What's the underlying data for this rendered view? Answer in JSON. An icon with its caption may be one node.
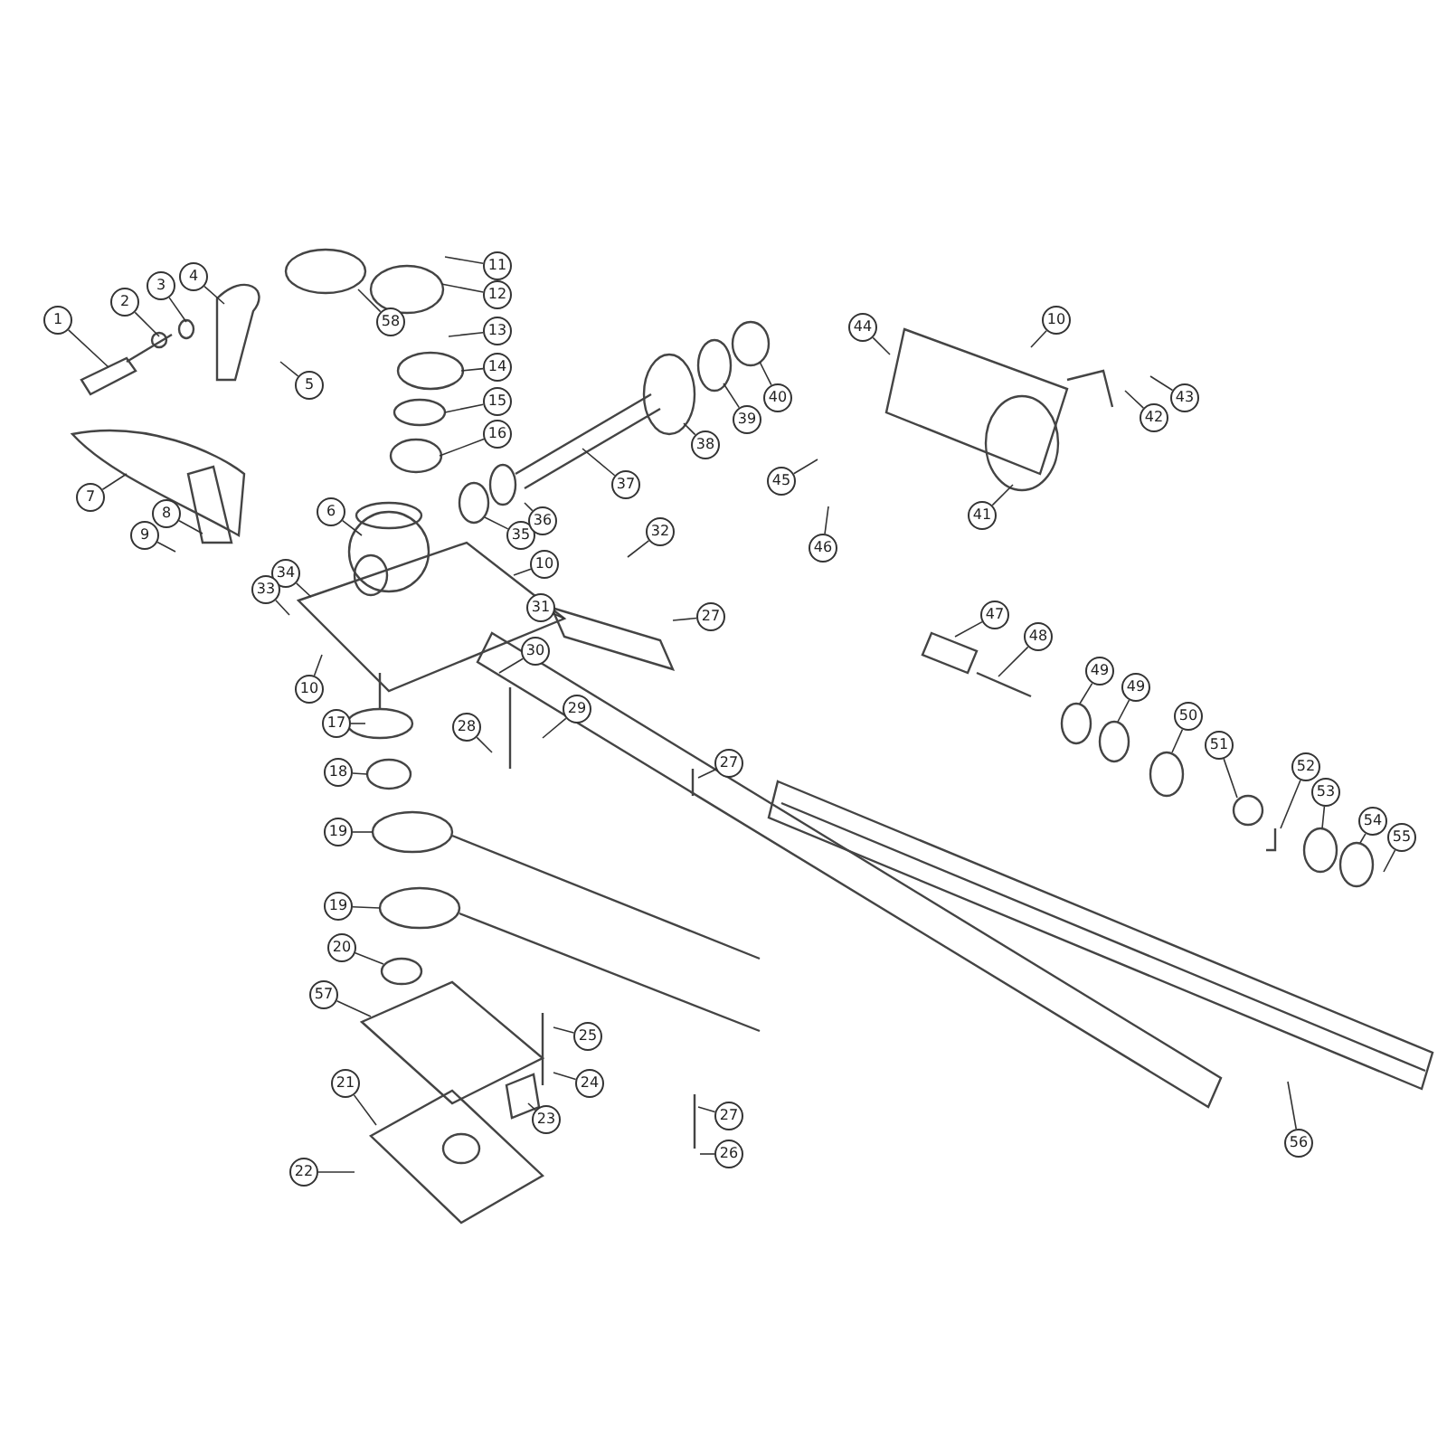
{
  "diagram": {
    "nodes": [
      {
        "text": [
          "1"
        ]
      },
      {
        "text": [
          "2"
        ]
      },
      {
        "text": [
          "3"
        ]
      },
      {
        "text": [
          "4"
        ]
      },
      {
        "text": [
          "5"
        ]
      },
      {
        "text": [
          "58"
        ]
      },
      {
        "text": [
          "11"
        ]
      },
      {
        "text": [
          "12"
        ]
      },
      {
        "text": [
          "13"
        ]
      },
      {
        "text": [
          "14"
        ]
      },
      {
        "text": [
          "15"
        ]
      },
      {
        "text": [
          "16"
        ]
      },
      {
        "text": [
          "7"
        ]
      },
      {
        "text": [
          "6"
        ]
      },
      {
        "text": [
          "8"
        ]
      },
      {
        "text": [
          "9"
        ]
      },
      {
        "text": [
          "34"
        ]
      },
      {
        "text": [
          "33"
        ]
      },
      {
        "text": [
          "10"
        ]
      },
      {
        "text": [
          "35"
        ]
      },
      {
        "text": [
          "36"
        ]
      },
      {
        "text": [
          "37"
        ]
      },
      {
        "text": [
          "38"
        ]
      },
      {
        "text": [
          "39"
        ]
      },
      {
        "text": [
          "40"
        ]
      },
      {
        "text": [
          "44"
        ]
      },
      {
        "text": [
          "10"
        ]
      },
      {
        "text": [
          "43"
        ]
      },
      {
        "text": [
          "42"
        ]
      },
      {
        "text": [
          "41"
        ]
      },
      {
        "text": [
          "45"
        ]
      },
      {
        "text": [
          "46"
        ]
      },
      {
        "text": [
          "32"
        ]
      },
      {
        "text": [
          "10"
        ]
      },
      {
        "text": [
          "31"
        ]
      },
      {
        "text": [
          "27"
        ]
      },
      {
        "text": [
          "30"
        ]
      },
      {
        "text": [
          "29"
        ]
      },
      {
        "text": [
          "17"
        ]
      },
      {
        "text": [
          "28"
        ]
      },
      {
        "text": [
          "27"
        ]
      },
      {
        "text": [
          "18"
        ]
      },
      {
        "text": [
          "47"
        ]
      },
      {
        "text": [
          "48"
        ]
      },
      {
        "text": [
          "49"
        ]
      },
      {
        "text": [
          "49"
        ]
      },
      {
        "text": [
          "50"
        ]
      },
      {
        "text": [
          "51"
        ]
      },
      {
        "text": [
          "52"
        ]
      },
      {
        "text": [
          "53"
        ]
      },
      {
        "text": [
          "54"
        ]
      },
      {
        "text": [
          "55"
        ]
      },
      {
        "text": [
          "19"
        ]
      },
      {
        "text": [
          "19"
        ]
      },
      {
        "text": [
          "20"
        ]
      },
      {
        "text": [
          "57"
        ]
      },
      {
        "text": [
          "25"
        ]
      },
      {
        "text": [
          "24"
        ]
      },
      {
        "text": [
          "23"
        ]
      },
      {
        "text": [
          "21"
        ]
      },
      {
        "text": [
          "22"
        ]
      },
      {
        "text": [
          "27"
        ]
      },
      {
        "text": [
          "26"
        ]
      },
      {
        "text": [
          "56"
        ]
      }
    ],
    "edges": [
      {
        "from": 0,
        "to": null,
        "arrow": "none"
      },
      {
        "from": 1,
        "to": null,
        "arrow": "none"
      },
      {
        "from": 2,
        "to": null,
        "arrow": "none"
      },
      {
        "from": 3,
        "to": null,
        "arrow": "none"
      },
      {
        "from": 4,
        "to": null,
        "arrow": "none"
      },
      {
        "from": 5,
        "to": null,
        "arrow": "none"
      },
      {
        "from": 6,
        "to": null,
        "arrow": "none"
      },
      {
        "from": 7,
        "to": null,
        "arrow": "none"
      },
      {
        "from": 8,
        "to": null,
        "arrow": "none"
      },
      {
        "from": 9,
        "to": null,
        "arrow": "none"
      },
      {
        "from": 10,
        "to": null,
        "arrow": "none"
      },
      {
        "from": 11,
        "to": null,
        "arrow": "none"
      },
      {
        "from": 12,
        "to": null,
        "arrow": "none"
      },
      {
        "from": 13,
        "to": null,
        "arrow": "none"
      },
      {
        "from": 14,
        "to": null,
        "arrow": "none"
      },
      {
        "from": 15,
        "to": null,
        "arrow": "none"
      },
      {
        "from": 16,
        "to": null,
        "arrow": "none"
      },
      {
        "from": 17,
        "to": null,
        "arrow": "none"
      },
      {
        "from": 18,
        "to": null,
        "arrow": "none"
      },
      {
        "from": 19,
        "to": null,
        "arrow": "none"
      },
      {
        "from": 20,
        "to": null,
        "arrow": "none"
      },
      {
        "from": 21,
        "to": null,
        "arrow": "none"
      },
      {
        "from": 22,
        "to": null,
        "arrow": "none"
      },
      {
        "from": 23,
        "to": null,
        "arrow": "none"
      },
      {
        "from": 24,
        "to": null,
        "arrow": "none"
      },
      {
        "from": 25,
        "to": null,
        "arrow": "none"
      },
      {
        "from": 26,
        "to": null,
        "arrow": "none"
      },
      {
        "from": 27,
        "to": null,
        "arrow": "none"
      },
      {
        "from": 28,
        "to": null,
        "arrow": "none"
      },
      {
        "from": 29,
        "to": null,
        "arrow": "none"
      },
      {
        "from": 30,
        "to": null,
        "arrow": "none"
      },
      {
        "from": 31,
        "to": null,
        "arrow": "none"
      },
      {
        "from": 32,
        "to": null,
        "arrow": "none"
      },
      {
        "from": 33,
        "to": null,
        "arrow": "none"
      },
      {
        "from": 34,
        "to": null,
        "arrow": "none"
      },
      {
        "from": 35,
        "to": null,
        "arrow": "none"
      },
      {
        "from": 36,
        "to": null,
        "arrow": "none"
      },
      {
        "from": 37,
        "to": null,
        "arrow": "none"
      },
      {
        "from": 38,
        "to": null,
        "arrow": "none"
      },
      {
        "from": 39,
        "to": null,
        "arrow": "none"
      },
      {
        "from": 40,
        "to": null,
        "arrow": "none"
      },
      {
        "from": 41,
        "to": null,
        "arrow": "none"
      },
      {
        "from": 42,
        "to": null,
        "arrow": "none"
      },
      {
        "from": 43,
        "to": null,
        "arrow": "none"
      },
      {
        "from": 44,
        "to": null,
        "arrow": "none"
      },
      {
        "from": 45,
        "to": null,
        "arrow": "none"
      },
      {
        "from": 46,
        "to": null,
        "arrow": "none"
      },
      {
        "from": 47,
        "to": null,
        "arrow": "none"
      },
      {
        "from": 48,
        "to": null,
        "arrow": "none"
      },
      {
        "from": 49,
        "to": null,
        "arrow": "none"
      },
      {
        "from": 50,
        "to": null,
        "arrow": "none"
      },
      {
        "from": 51,
        "to": null,
        "arrow": "none"
      },
      {
        "from": 52,
        "to": null,
        "arrow": "none"
      },
      {
        "from": 53,
        "to": null,
        "arrow": "none"
      },
      {
        "from": 54,
        "to": null,
        "arrow": "none"
      },
      {
        "from": 55,
        "to": null,
        "arrow": "none"
      },
      {
        "from": 56,
        "to": null,
        "arrow": "none"
      },
      {
        "from": 57,
        "to": null,
        "arrow": "none"
      },
      {
        "from": 58,
        "to": null,
        "arrow": "none"
      },
      {
        "from": 59,
        "to": null,
        "arrow": "none"
      },
      {
        "from": 60,
        "to": null,
        "arrow": "none"
      },
      {
        "from": 61,
        "to": null,
        "arrow": "none"
      },
      {
        "from": 62,
        "to": null,
        "arrow": "none"
      },
      {
        "from": 63,
        "to": null,
        "arrow": "none"
      }
    ]
  }
}
